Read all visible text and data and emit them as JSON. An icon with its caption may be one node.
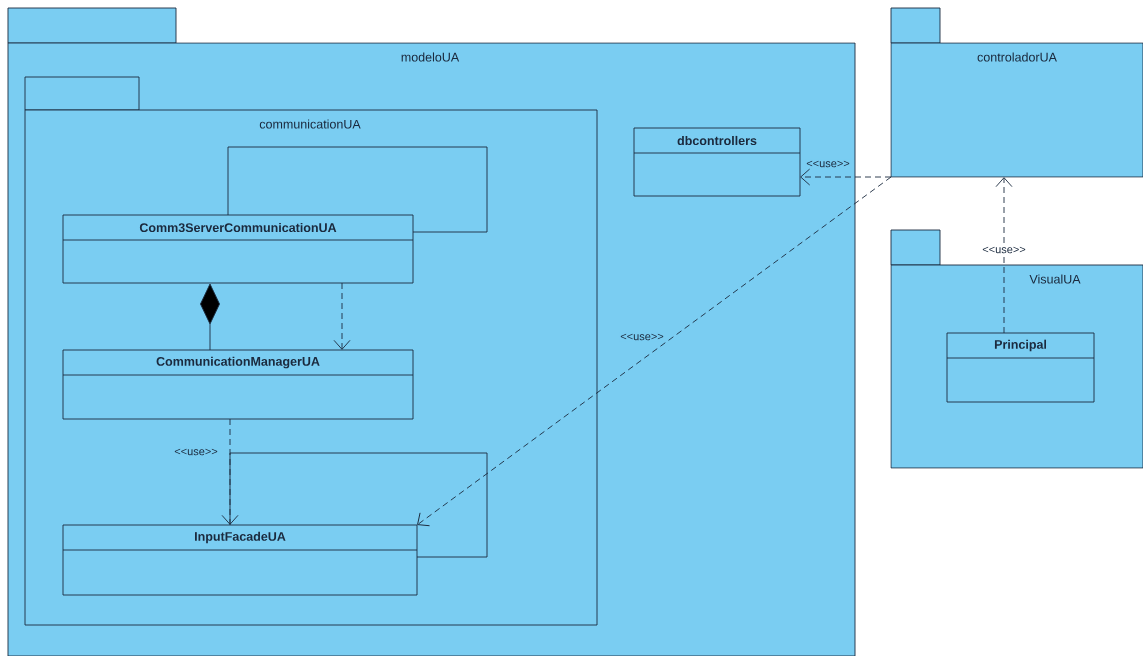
{
  "diagram": {
    "nodes": [
      {
        "text": [
          "modeloUA"
        ]
      },
      {
        "text": [
          "communicationUA"
        ],
        "in": 0
      },
      {
        "text": [
          "Comm3ServerCommunicationUA"
        ],
        "in": 1
      },
      {
        "text": [
          "CommunicationManagerUA"
        ],
        "in": 1
      },
      {
        "text": [
          "InputFacadeUA"
        ],
        "in": 1
      },
      {
        "text": [
          "dbcontrollers"
        ],
        "in": 0
      },
      {
        "text": [
          "controladorUA"
        ]
      },
      {
        "text": [
          "VisualUA"
        ]
      },
      {
        "text": [
          "Principal"
        ],
        "in": 7
      }
    ],
    "edges": [
      {
        "from": 2,
        "to": 2,
        "arrow": "none"
      },
      {
        "from": 2,
        "to": 3,
        "arrow": "other"
      },
      {
        "from": 2,
        "to": 3,
        "arrow": "to",
        "style": "dashed"
      },
      {
        "from": 3,
        "to": 4,
        "arrow": "to",
        "style": "dashed",
        "label": "<<use>>"
      },
      {
        "from": 4,
        "to": 4,
        "arrow": "none"
      },
      {
        "from": 6,
        "to": 5,
        "arrow": "to",
        "style": "dashed",
        "label": "<<use>>"
      },
      {
        "from": 6,
        "to": 4,
        "arrow": "to",
        "style": "dashed",
        "label": "<<use>>"
      },
      {
        "from": 8,
        "to": 6,
        "arrow": "to",
        "style": "dashed",
        "label": "<<use>>"
      }
    ]
  }
}
